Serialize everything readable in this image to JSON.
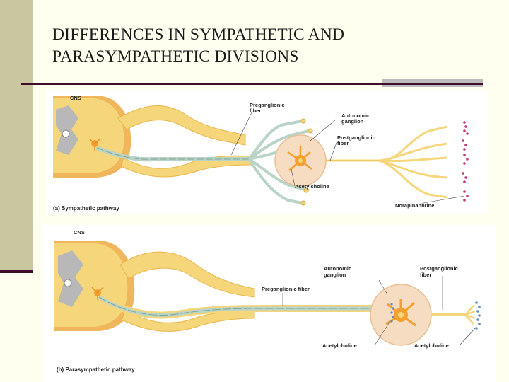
{
  "slide": {
    "title_line1": "DIFFERENCES IN SYMPATHETIC AND",
    "title_line2": "PARASYMPATHETIC DIVISIONS"
  },
  "panel_a": {
    "cns": "CNS",
    "preganglionic_fiber_line1": "Preganglionic",
    "preganglionic_fiber_line2": "fiber",
    "autonomic_ganglion_line1": "Autonomic",
    "autonomic_ganglion_line2": "ganglion",
    "postganglionic_fiber_line1": "Postganglionic",
    "postganglionic_fiber_line2": "fiber",
    "acetylcholine": "Acetylcholine",
    "norepinephrine": "Norapinaphrine",
    "caption": "(a) Sympathetic pathway"
  },
  "panel_b": {
    "cns": "CNS",
    "preganglionic_fiber": "Preganglionic fiber",
    "autonomic_ganglion_line1": "Autonomic",
    "autonomic_ganglion_line2": "ganglion",
    "postganglionic_fiber_line1": "Postganglionic",
    "postganglionic_fiber_line2": "fiber",
    "acetylcholine_left": "Acetylcholine",
    "acetylcholine_right": "Acetylcholine",
    "caption": "(b) Parasympathetic pathway"
  },
  "colors": {
    "sidebar": "#c9c79f",
    "rule": "#3f0c2b",
    "nerve_yellow": "#f6d67a",
    "ganglion_peach": "#f6dcc0",
    "myelin_teal": "#b9d3c7",
    "norepinephrine_dots": "#c2377f",
    "acetylcholine_dots": "#5a8fc4"
  }
}
